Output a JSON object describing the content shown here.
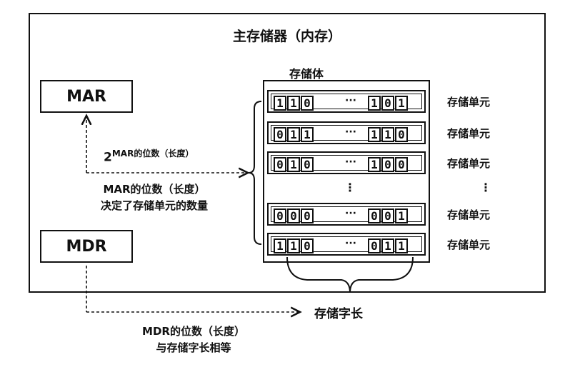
{
  "title": "主存储器（内存）",
  "bank_title": "存储体",
  "mar_label": "MAR",
  "mdr_label": "MDR",
  "mar_arrow_label_base": "2",
  "mar_arrow_label_sup": "MAR的位数（长度）",
  "mar_note_line1": "MAR的位数（长度）",
  "mar_note_line2": "决定了存储单元的数量",
  "word_length_label": "存储字长",
  "mdr_note_line1": "MDR的位数（长度）",
  "mdr_note_line2": "与存储字长相等",
  "cell_label": "存储单元",
  "ellipsis_h": "···",
  "ellipsis_v": "⋮",
  "rows": [
    {
      "left": [
        "1",
        "1",
        "0"
      ],
      "right": [
        "1",
        "0",
        "1"
      ],
      "label": "存储单元"
    },
    {
      "left": [
        "0",
        "1",
        "1"
      ],
      "right": [
        "1",
        "1",
        "0"
      ],
      "label": "存储单元"
    },
    {
      "left": [
        "0",
        "1",
        "0"
      ],
      "right": [
        "1",
        "0",
        "0"
      ],
      "label": "存储单元"
    },
    {
      "left": [
        "0",
        "0",
        "0"
      ],
      "right": [
        "0",
        "0",
        "1"
      ],
      "label": "存储单元"
    },
    {
      "left": [
        "1",
        "1",
        "0"
      ],
      "right": [
        "0",
        "1",
        "1"
      ],
      "label": "存储单元"
    }
  ]
}
